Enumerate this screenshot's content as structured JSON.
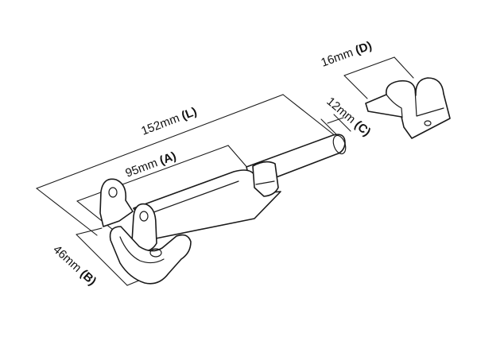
{
  "dimensions": [
    {
      "id": "L",
      "value": "152mm",
      "key": "(L)"
    },
    {
      "id": "A",
      "value": "95mm",
      "key": "(A)"
    },
    {
      "id": "B",
      "value": "46mm",
      "key": "(B)"
    },
    {
      "id": "C",
      "value": "12mm",
      "key": "(C)"
    },
    {
      "id": "D",
      "value": "16mm",
      "key": "(D)"
    }
  ]
}
